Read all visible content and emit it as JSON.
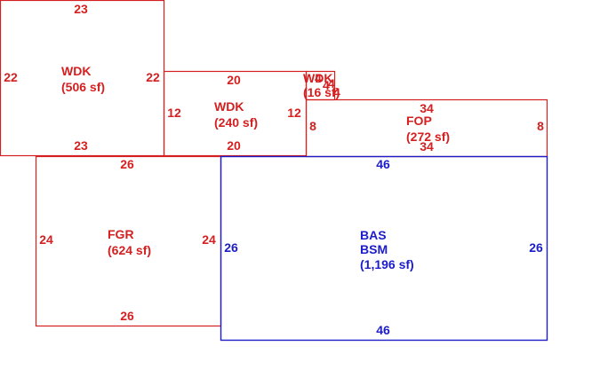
{
  "colors": {
    "exterior": "#d42020",
    "living": "#1c1cc8",
    "background": "#ffffff"
  },
  "areas": {
    "wdk_large": {
      "code": "WDK",
      "area": "(506 sf)",
      "top": "23",
      "bottom": "23",
      "left": "22",
      "right": "22"
    },
    "wdk_mid": {
      "code": "WDK",
      "area": "(240 sf)",
      "top": "20",
      "bottom": "20",
      "left": "12",
      "right": "12"
    },
    "wdk_small": {
      "code": "WDK",
      "area": "(16 sf)",
      "dim": "4"
    },
    "fop": {
      "code": "FOP",
      "area": "(272 sf)",
      "top": "34",
      "bottom": "34",
      "left": "8",
      "right": "8"
    },
    "fgr": {
      "code": "FGR",
      "area": "(624 sf)",
      "top": "26",
      "bottom": "26",
      "left": "24",
      "right": "24"
    },
    "bas": {
      "code": "BAS",
      "code2": "BSM",
      "area": "(1,196 sf)",
      "top": "46",
      "bottom": "46",
      "left": "26",
      "right": "26"
    }
  }
}
